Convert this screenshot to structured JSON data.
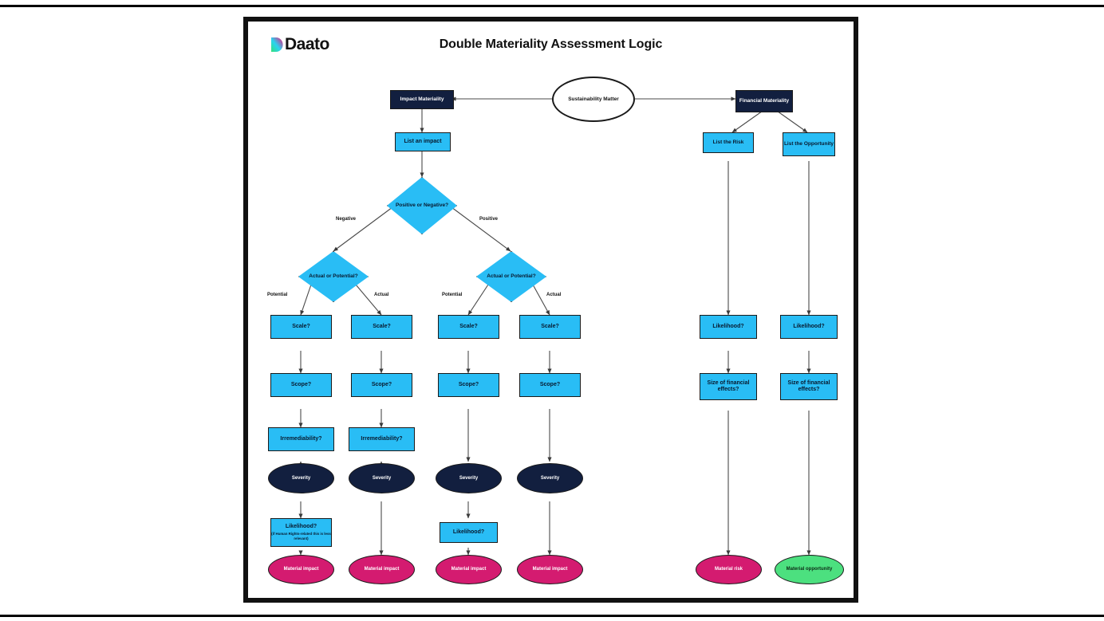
{
  "brand": {
    "name": "Daato",
    "mark": "daato-logo-icon"
  },
  "title": "Double Materiality Assessment Logic",
  "colors": {
    "navy": "#121f3f",
    "cyan": "#29bdf5",
    "pink": "#d41b70",
    "green": "#4ce07f",
    "frame": "#111111",
    "logo_cyan": "#2ad4f0",
    "logo_green": "#36e07a",
    "logo_magenta": "#f0127f"
  },
  "nodes": {
    "sustainability_matter": "Sustainability Matter",
    "impact_materiality": "Impact Materiality",
    "financial_materiality": "Financial Materiality",
    "list_an_impact": "List an impact",
    "list_the_risk": "List the Risk",
    "list_the_opportunity": "List the Opportunity",
    "positive_or_negative": "Positive or Negative?",
    "actual_or_potential": "Actual or Potential?",
    "scale": "Scale?",
    "scope": "Scope?",
    "irremediability": "Irremediability?",
    "severity": "Severity",
    "likelihood": "Likelihood?",
    "likelihood_note": "(if Human Rights-related this is less relevant)",
    "size_of_financial_effects": "Size of financial effects?",
    "material_impact": "Material impact",
    "material_risk": "Material risk",
    "material_opportunity": "Material opportunity"
  },
  "edge_labels": {
    "negative": "Negative",
    "positive": "Positive",
    "potential": "Potential",
    "actual": "Actual"
  },
  "branches": [
    {
      "id": "neg-potential",
      "polarity": "Negative",
      "timing": "Potential"
    },
    {
      "id": "neg-actual",
      "polarity": "Negative",
      "timing": "Actual"
    },
    {
      "id": "pos-potential",
      "polarity": "Positive",
      "timing": "Potential"
    },
    {
      "id": "pos-actual",
      "polarity": "Positive",
      "timing": "Actual"
    }
  ]
}
